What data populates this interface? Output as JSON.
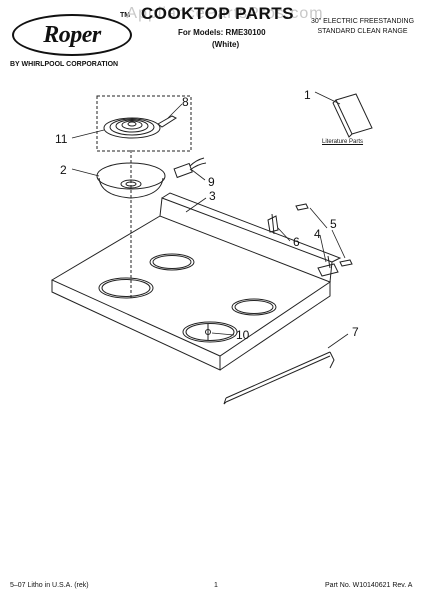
{
  "header": {
    "logo_text": "Roper",
    "trademark": "TM",
    "byline": "BY WHIRLPOOL CORPORATION",
    "title": "COOKTOP PARTS",
    "watermark": "AppliancePartsPros.com",
    "models_line": "For Models: RME30100",
    "color_line": "(White)",
    "range_line1": "30\" ELECTRIC FREESTANDING",
    "range_line2": "STANDARD CLEAN RANGE"
  },
  "diagram": {
    "literature_label": "Literature Parts",
    "callouts": [
      "1",
      "2",
      "3",
      "4",
      "5",
      "6",
      "7",
      "8",
      "9",
      "10",
      "11"
    ]
  },
  "footer": {
    "litho": "5–07 Litho in U.S.A. (rek)",
    "page": "1",
    "part_no": "Part No. W10140621 Rev. A"
  }
}
